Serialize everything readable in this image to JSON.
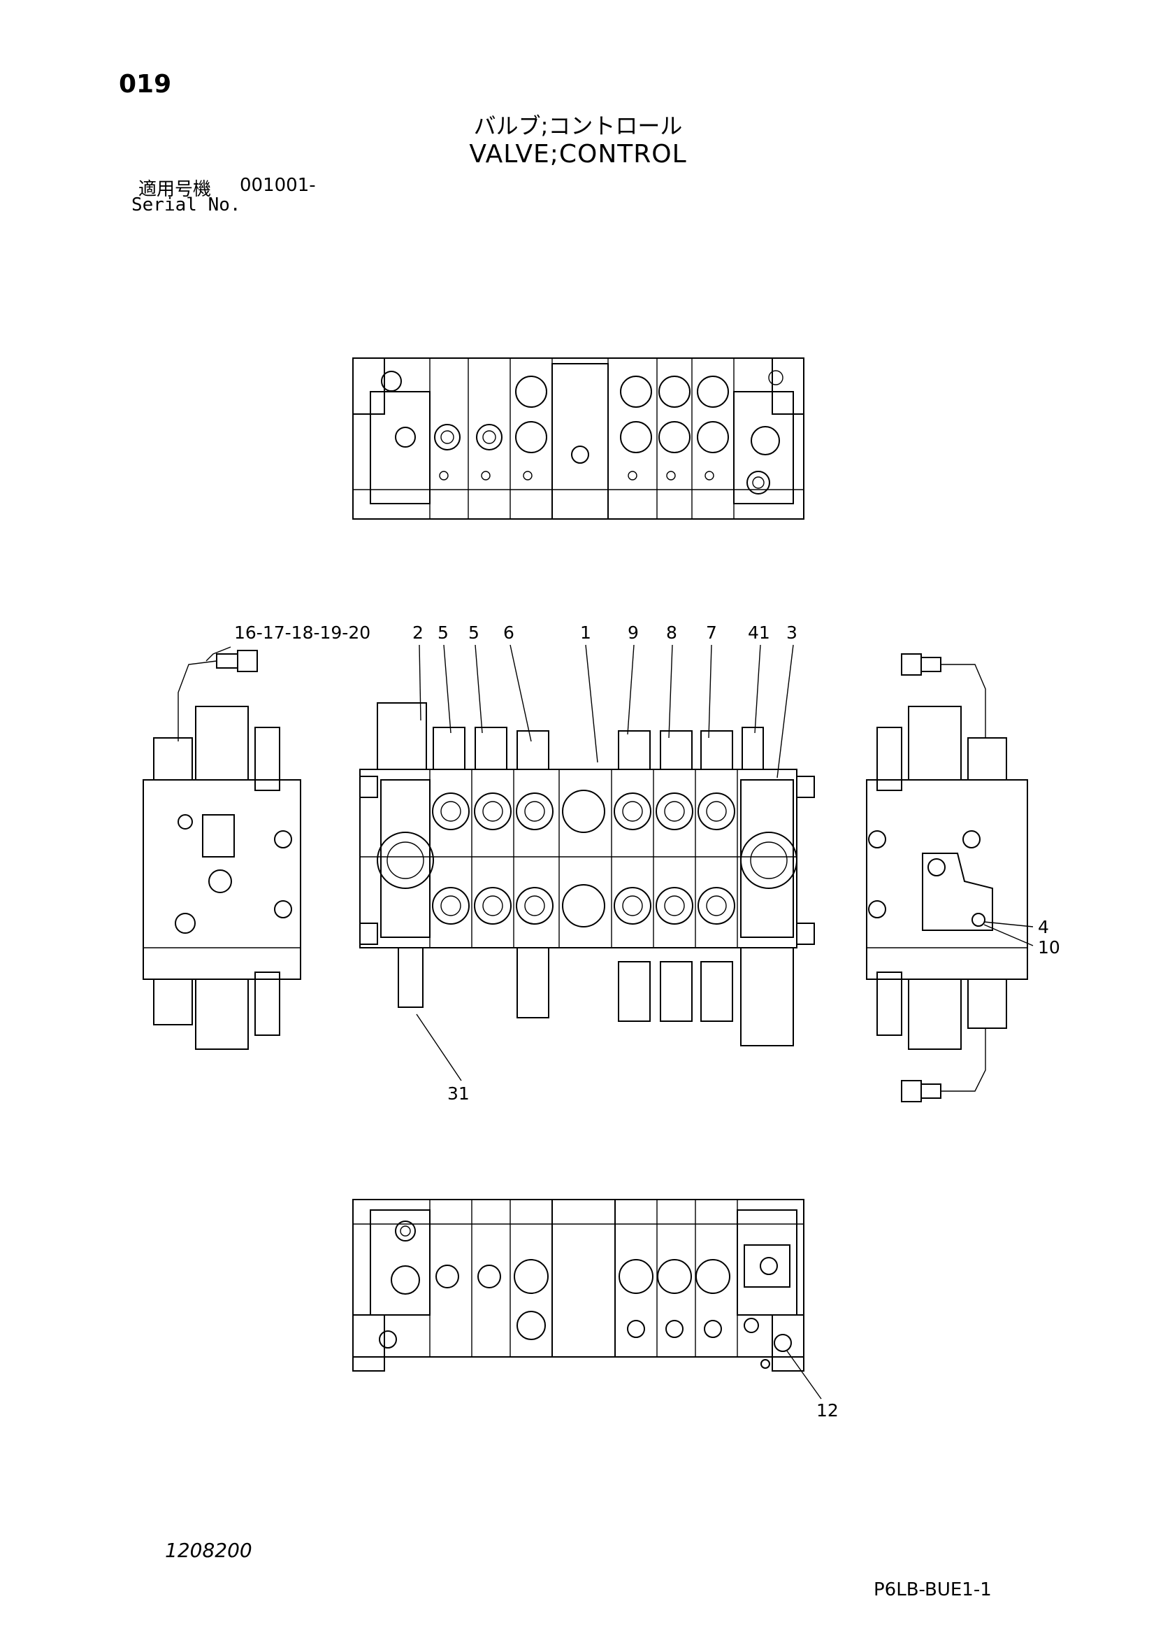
{
  "header": {
    "page_number": "019",
    "title_jp": "バルブ;コントロール",
    "title_en": "VALVE;CONTROL",
    "serial_label_jp": "適用号機",
    "serial_value": "001001-",
    "serial_label_en": "Serial No."
  },
  "callouts": {
    "c16_20": "16-17-18-19-20",
    "c2": "2",
    "c5a": "5",
    "c5b": "5",
    "c6": "6",
    "c1": "1",
    "c9": "9",
    "c8": "8",
    "c7": "7",
    "c41": "41",
    "c3": "3",
    "c4": "4",
    "c10": "10",
    "c31": "31",
    "c12": "12"
  },
  "footer": {
    "document_number": "1208200",
    "figure_code": "P6LB-BUE1-1"
  }
}
